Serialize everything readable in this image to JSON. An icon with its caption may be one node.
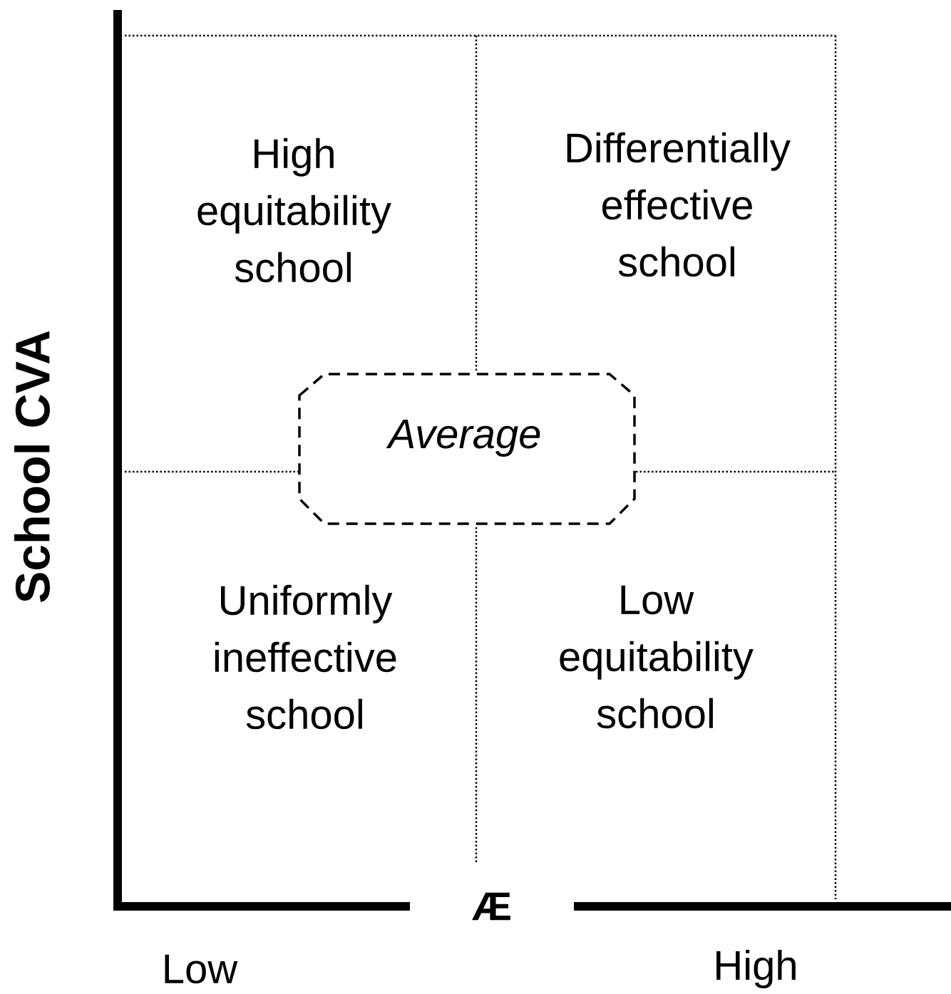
{
  "diagram": {
    "nodes": [
      {
        "text": [
          "High equitability school"
        ]
      },
      {
        "text": [
          "Differentially effective school"
        ]
      },
      {
        "text": [
          "Uniformly ineffective school"
        ]
      },
      {
        "text": [
          "Low equitability school"
        ]
      },
      {
        "text": [
          "Average"
        ]
      }
    ],
    "labels": [
      "School CVA",
      "Æ",
      "Low",
      "High"
    ]
  }
}
